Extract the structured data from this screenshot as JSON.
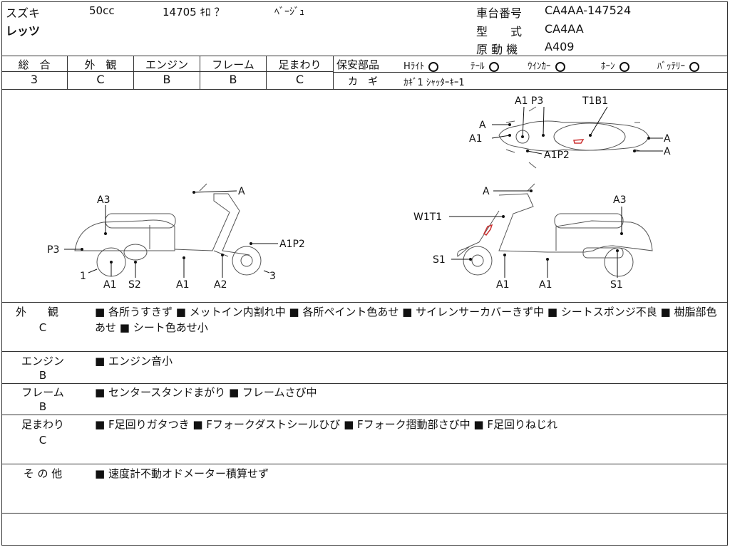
{
  "header": {
    "maker": "スズキ",
    "model_name": "レッツ",
    "displacement": "50cc",
    "mileage": "14705 ｷﾛ ？",
    "color": "ﾍﾞｰｼﾞｭ",
    "frame_number_label": "車台番号",
    "frame_number": "CA4AA-147524",
    "model_code_label": "型　　式",
    "model_code": "CA4AA",
    "engine_label": "原 動 機",
    "engine_code": "A409"
  },
  "grades": {
    "overall": {
      "label": "総　合",
      "value": "3"
    },
    "exterior": {
      "label": "外　観",
      "value": "C"
    },
    "engine": {
      "label": "エンジン",
      "value": "B"
    },
    "frame": {
      "label": "フレーム",
      "value": "B"
    },
    "suspension": {
      "label": "足まわり",
      "value": "C"
    }
  },
  "safety": {
    "label": "保安部品",
    "items": [
      {
        "name": "Hﾗｲﾄ",
        "status": "circle"
      },
      {
        "name": "ﾃｰﾙ",
        "status": "circle"
      },
      {
        "name": "ｳｲﾝｶｰ",
        "status": "circle"
      },
      {
        "name": "ﾎｰﾝ",
        "status": "circle"
      },
      {
        "name": "ﾊﾞｯﾃﾘｰ",
        "status": "circle"
      }
    ],
    "key_label": "カ　ギ",
    "key_text": "ｶｷﾞ1 ｼｬｯﾀｰｷｰ1"
  },
  "diagram": {
    "top": [
      "A1 P3",
      "T1B1",
      "A",
      "A1",
      "A",
      "A",
      "A1P2"
    ],
    "left": [
      "A",
      "A3",
      "P3",
      "A1P2",
      "1",
      "A1",
      "S2",
      "A1",
      "A2",
      "3"
    ],
    "right": [
      "A",
      "W1T1",
      "A3",
      "S1",
      "A1",
      "A1",
      "S1"
    ]
  },
  "sections": [
    {
      "label": "外　　観",
      "grade": "C",
      "text": "■ 各所うすきず ■ メットイン内割れ中 ■ 各所ペイント色あせ ■ サイレンサーカバーきず中 ■ シートスポンジ不良 ■ 樹脂部色あせ ■ シート色あせ小"
    },
    {
      "label": "エンジン",
      "grade": "B",
      "text": "■ エンジン音小"
    },
    {
      "label": "フレーム",
      "grade": "B",
      "text": "■ センタースタンドまがり ■ フレームさび中"
    },
    {
      "label": "足まわり",
      "grade": "C",
      "text": "■ F足回りガタつき ■ Fフォークダストシールひび ■ Fフォーク摺動部さび中 ■ F足回りねじれ"
    },
    {
      "label": "そ の 他",
      "grade": "",
      "text": "■ 速度計不動オドメーター積算せず"
    }
  ]
}
